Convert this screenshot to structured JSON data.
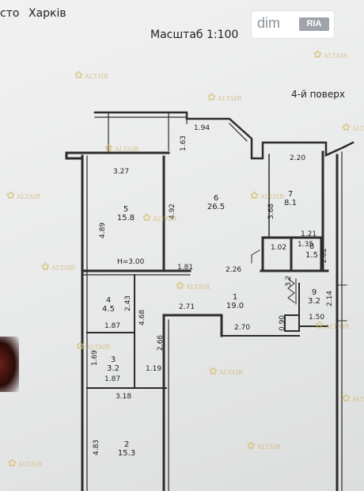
{
  "header": {
    "city_prefix": "сто",
    "city": "Харків",
    "scale": "Масштаб 1:100",
    "floor": "4-й поверх"
  },
  "watermark": {
    "logo_text": "dim",
    "logo_badge": "RIA",
    "stamp": "ALTAIR"
  },
  "rooms": [
    {
      "number": "1",
      "area": "19.0"
    },
    {
      "number": "2",
      "area": "15.3"
    },
    {
      "number": "3",
      "area": "3.2"
    },
    {
      "number": "4",
      "area": "4.5"
    },
    {
      "number": "5",
      "area": "15.8"
    },
    {
      "number": "6",
      "area": "26.5"
    },
    {
      "number": "7",
      "area": "8.1"
    },
    {
      "number": "8",
      "area": "1.5"
    },
    {
      "number": "9",
      "area": "3.2"
    }
  ],
  "dimensions": {
    "d1_94": "1.94",
    "d1_63": "1.63",
    "d2_20": "2.20",
    "d3_27": "3.27",
    "d4_89": "4.89",
    "d4_92": "4.92",
    "d3_68": "3.68",
    "d1_21": "1.21",
    "d1_02a": "1.02",
    "d1_35": "1.35",
    "d1_02b": "1.02",
    "ceiling": "H=3.00",
    "d1_81": "1.81",
    "d2_26": "2.26",
    "d3_2": "3.2",
    "d2_43": "2.43",
    "d4_68": "4.68",
    "d2_71": "2.71",
    "d2_14": "2.14",
    "d1_50": "1.50",
    "d0_90": "0.90",
    "d2_70": "2.70",
    "d1_87a": "1.87",
    "d2_66": "2.66",
    "d1_69": "1.69",
    "d1_19": "1.19",
    "d1_87b": "1.87",
    "d3_18": "3.18",
    "d4_83": "4.83"
  }
}
